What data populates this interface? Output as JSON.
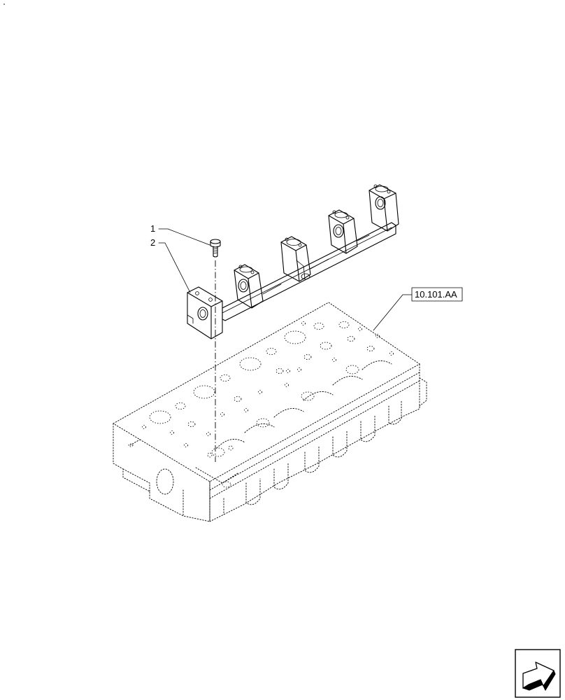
{
  "callouts": [
    {
      "number": "1",
      "part": "bolt"
    },
    {
      "number": "2",
      "part": "rocker-arm-support"
    }
  ],
  "reference_box": {
    "label": "10.101.AA"
  },
  "nav_icon": "next-page-arrow-icon"
}
